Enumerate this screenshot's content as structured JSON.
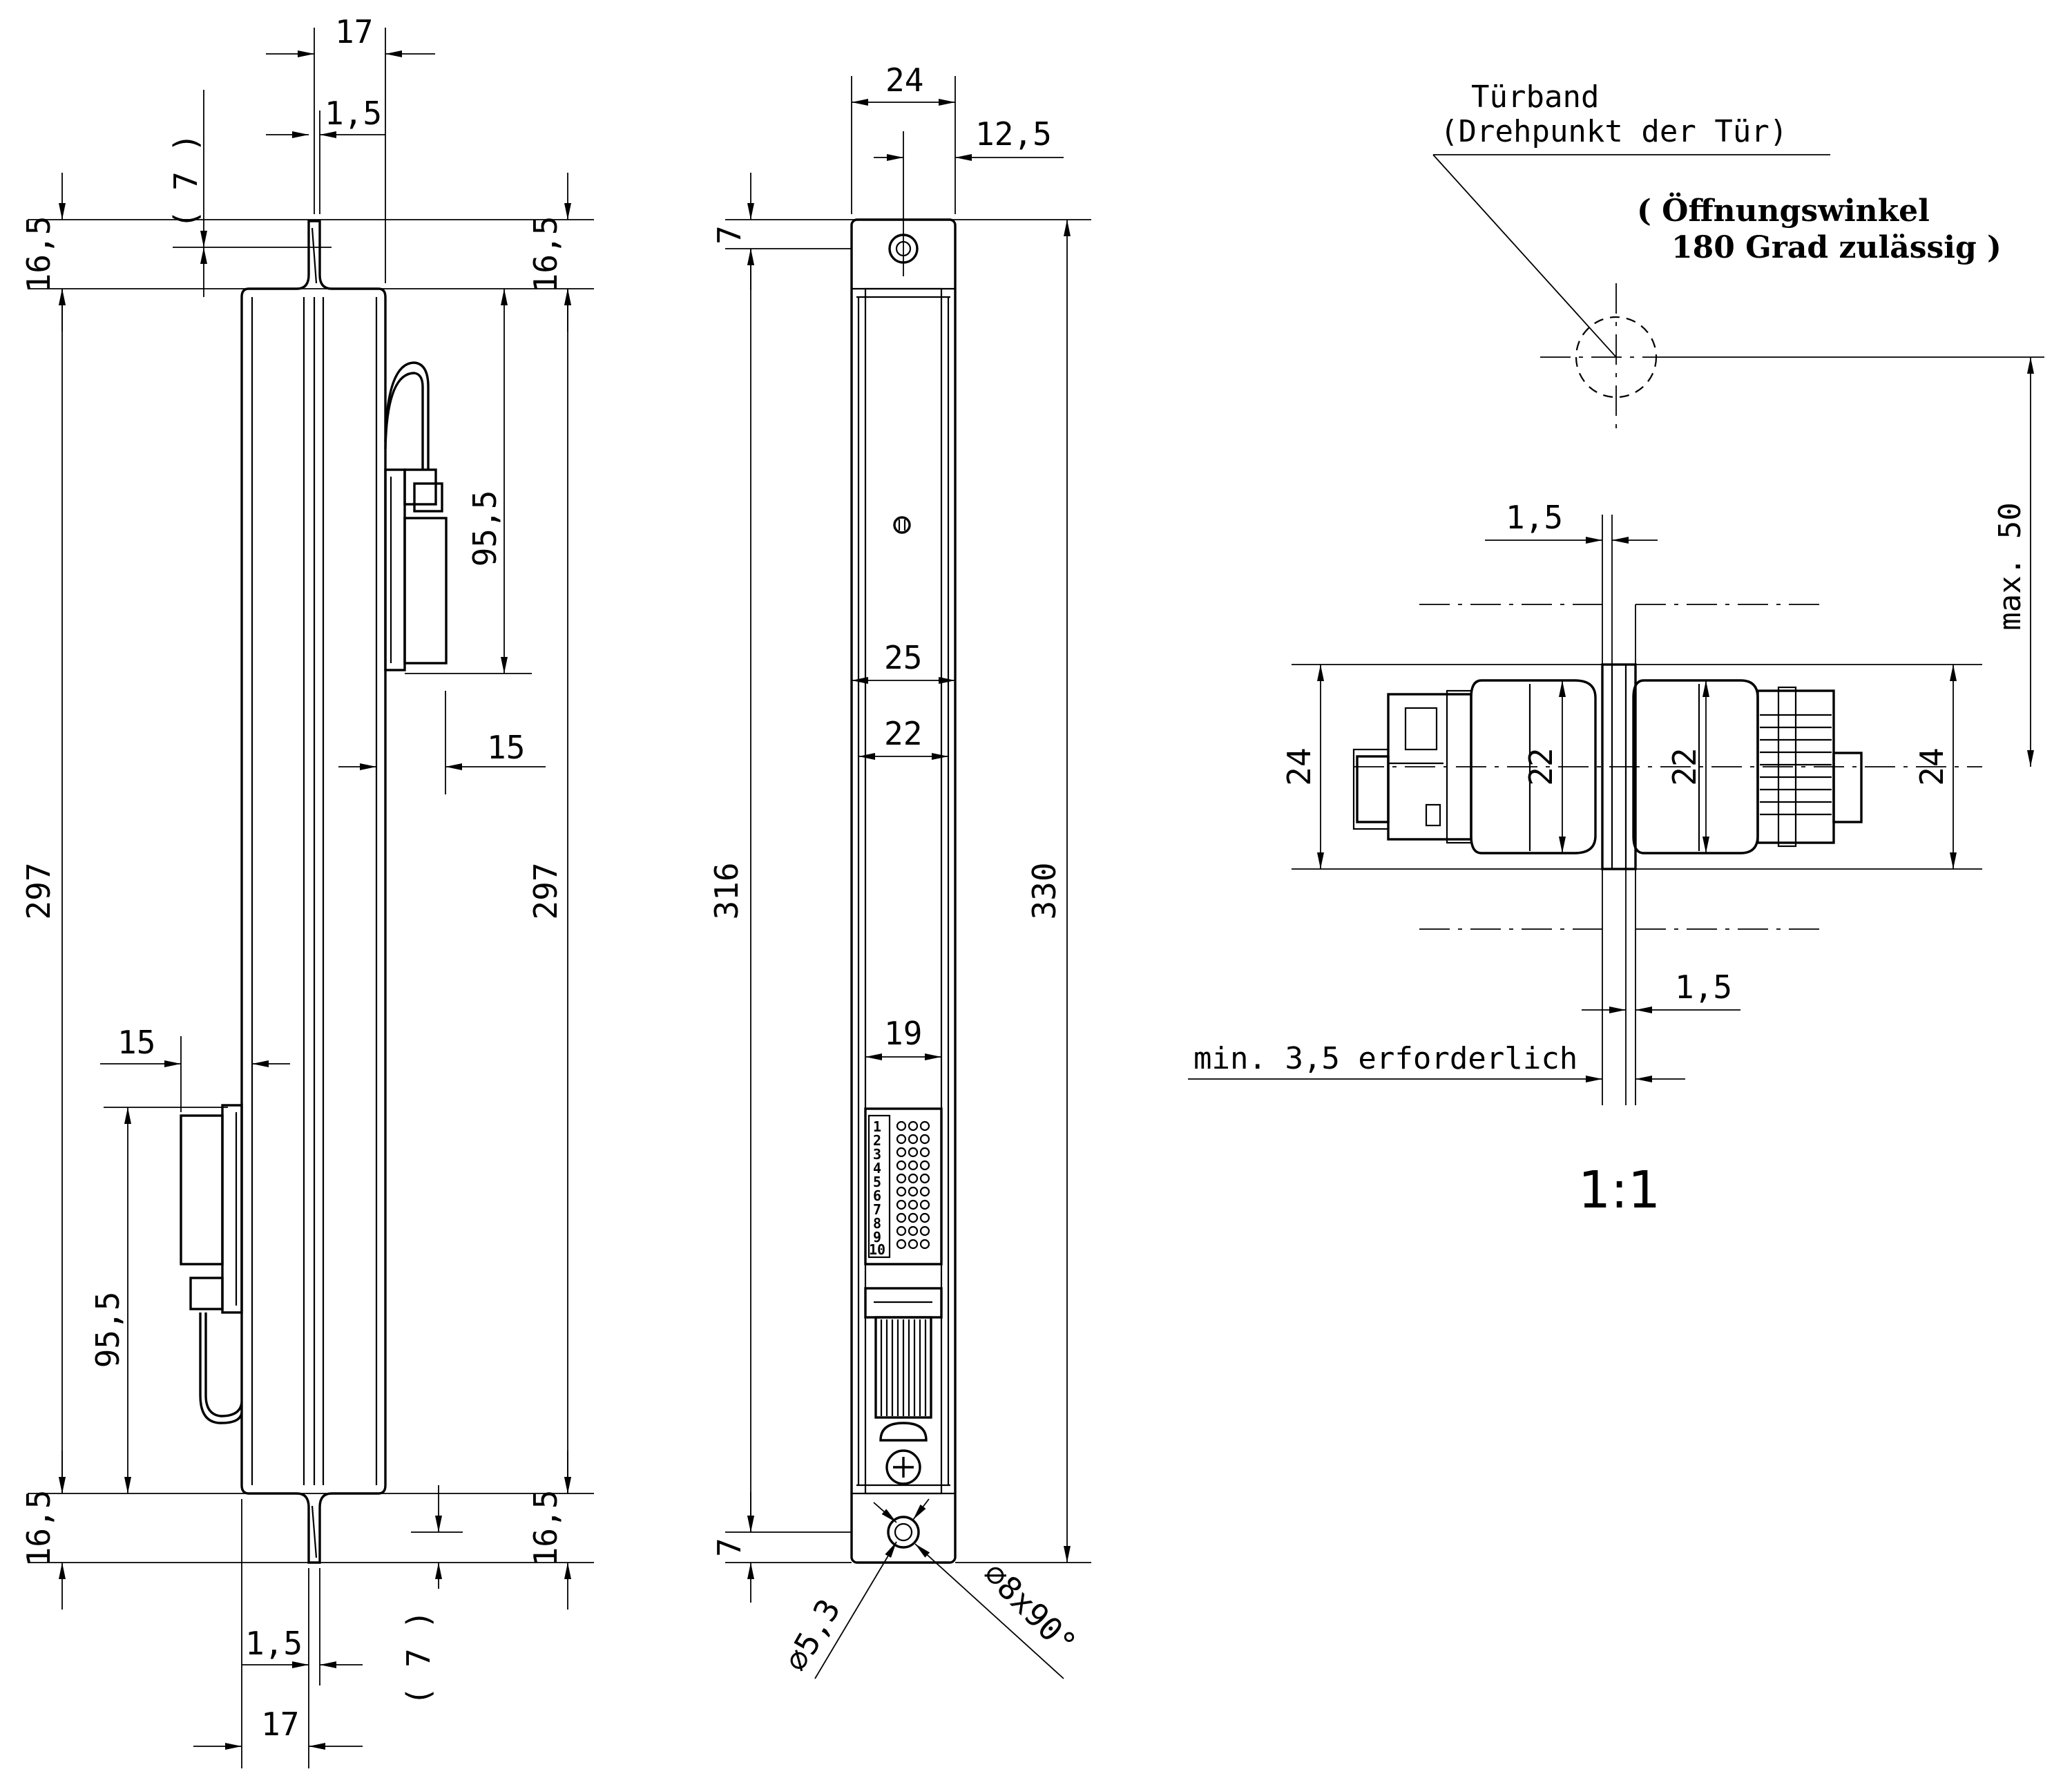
{
  "dimensions": {
    "d17_top": "17",
    "d7_top": "( 7 )",
    "d1_5_top": "1,5",
    "d16_5_tl": "16,5",
    "d16_5_tr": "16,5",
    "d297_left": "297",
    "d297_right": "297",
    "d95_5_upper": "95,5",
    "d15_right": "15",
    "d15_left": "15",
    "d95_5_lower": "95,5",
    "d16_5_bl": "16,5",
    "d16_5_br": "16,5",
    "d1_5_bottom": "1,5",
    "d7_bottom": "( 7 )",
    "d17_bottom": "17",
    "d24_top": "24",
    "d12_5": "12,5",
    "d7_mid_top": "7",
    "d316": "316",
    "d330": "330",
    "d25": "25",
    "d22_mid": "22",
    "d19": "19",
    "d7_mid_bottom": "7",
    "d5_3": "⌀5,3",
    "d8x90": "⌀8x90°",
    "d1_5_right_top": "1,5",
    "d1_5_right_bottom": "1,5",
    "d24_right_left": "24",
    "d22_right_left": "22",
    "d22_right_right": "22",
    "d24_right_right": "24",
    "max50": "max. 50"
  },
  "notes": {
    "hinge_line1": "Türband",
    "hinge_line2": "(Drehpunkt der Tür)",
    "angle_line1": "( Öffnungswinkel",
    "angle_line2": "180 Grad zulässig )",
    "min_gap": "min. 3,5 erforderlich",
    "scale": "1:1"
  },
  "terminal_numbers": [
    "1",
    "2",
    "3",
    "4",
    "5",
    "6",
    "7",
    "8",
    "9",
    "10"
  ]
}
